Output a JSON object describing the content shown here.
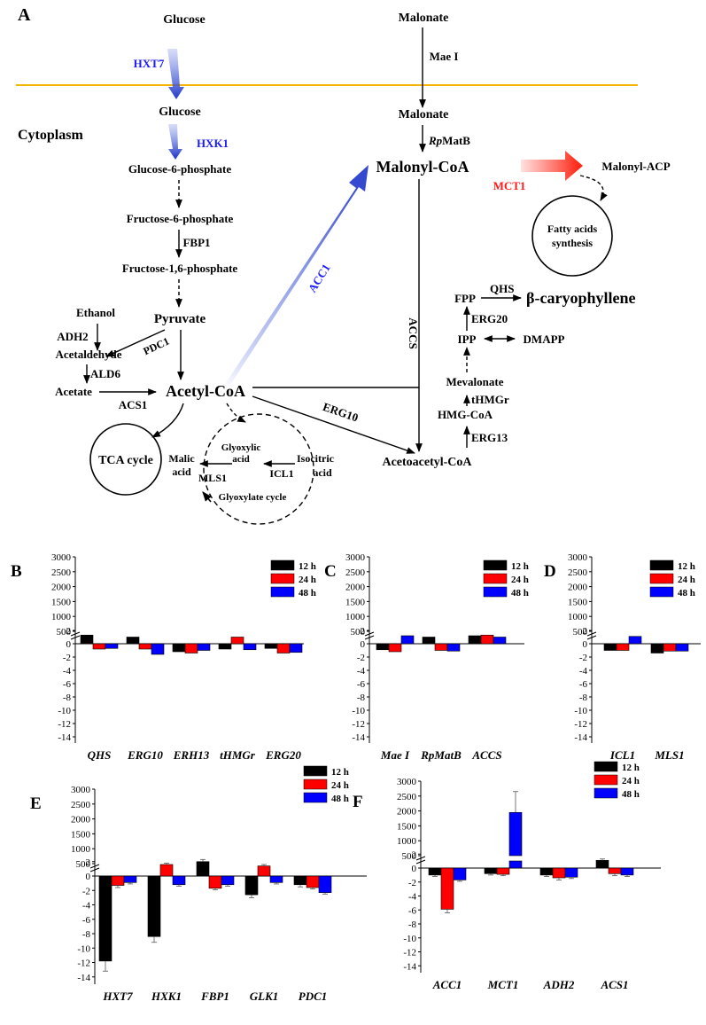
{
  "panel_a": {
    "letter": "A",
    "compartment": "Cytoplasm",
    "nodes": {
      "glucose_out": "Glucose",
      "glucose_in": "Glucose",
      "g6p": "Glucose-6-phosphate",
      "f6p": "Fructose-6-phosphate",
      "f16p": "Fructose-1,6-phosphate",
      "pyruvate": "Pyruvate",
      "ethanol": "Ethanol",
      "acetaldehyde": "Acetaldehyde",
      "acetate": "Acetate",
      "acetyl_coa": "Acetyl-CoA",
      "tca": "TCA cycle",
      "malic_1": "Malic",
      "malic_2": "acid",
      "glyoxylic_1": "Glyoxylic",
      "glyoxylic_2": "acid",
      "isocitric_1": "Isocitric",
      "isocitric_2": "acid",
      "glyoxylate_cycle": "Glyoxylate cycle",
      "malonate_out": "Malonate",
      "malonate_in": "Malonate",
      "malonyl_coa": "Malonyl-CoA",
      "malonyl_acp": "Malonyl-ACP",
      "fatty_1": "Fatty acids",
      "fatty_2": "synthesis",
      "fpp": "FPP",
      "caryophyllene": "β-caryophyllene",
      "ipp": "IPP",
      "dmapp": "DMAPP",
      "mevalonate": "Mevalonate",
      "hmg_coa": "HMG-CoA",
      "acetoacetyl_coa": "Acetoacetyl-CoA"
    },
    "enzymes": {
      "hxt7": "HXT7",
      "hxk1": "HXK1",
      "fbp1": "FBP1",
      "pdc1": "PDC1",
      "adh2": "ADH2",
      "ald6": "ALD6",
      "acs1": "ACS1",
      "acc1": "ACC1",
      "mae1": "Mae I",
      "rpmatb_it": "Rp",
      "rpmatb": "MatB",
      "mct1": "MCT1",
      "accs": "ACCS",
      "erg10": "ERG10",
      "qhs": "QHS",
      "erg20": "ERG20",
      "thmgr": "tHMGr",
      "erg13": "ERG13",
      "mls1": "MLS1",
      "icl1": "ICL1"
    },
    "colors": {
      "membrane": "#f5b400",
      "blue": "#1a1aff",
      "red": "#ff1a1a"
    }
  },
  "legend": {
    "s1": "12 h",
    "s2": "24 h",
    "s3": "48 h"
  },
  "series_colors": [
    "#000000",
    "#ff0000",
    "#0000ff"
  ],
  "chart_data": [
    {
      "panel": "B",
      "type": "bar",
      "categories": [
        "QHS",
        "ERG10",
        "ERH13",
        "tHMGr",
        "ERG20"
      ],
      "series": [
        {
          "name": "12 h",
          "values": [
            1.3,
            1.0,
            -1.2,
            -0.8,
            -0.7
          ]
        },
        {
          "name": "24 h",
          "values": [
            -0.8,
            -0.8,
            -1.4,
            1.0,
            -1.4
          ]
        },
        {
          "name": "48 h",
          "values": [
            -0.7,
            -1.6,
            -1.0,
            -0.9,
            -1.3
          ]
        }
      ],
      "y_ticks_lower": [
        "2",
        "0",
        "-2",
        "-4",
        "-6",
        "-8",
        "-10",
        "-12",
        "-14"
      ],
      "y_ticks_upper": [
        "500",
        "1000",
        "1500",
        "2000",
        "2500",
        "3000"
      ],
      "ylim_lower": [
        -14,
        2
      ],
      "ylim_upper": [
        500,
        3000
      ],
      "legend_position": "top-right"
    },
    {
      "panel": "C",
      "type": "bar",
      "categories": [
        "Mae I",
        "RpMatB",
        "ACCS"
      ],
      "series": [
        {
          "name": "12 h",
          "values": [
            -0.9,
            1.0,
            1.2
          ]
        },
        {
          "name": "24 h",
          "values": [
            -1.2,
            -1.0,
            1.3
          ]
        },
        {
          "name": "48 h",
          "values": [
            1.2,
            -1.1,
            1.0
          ]
        }
      ],
      "y_ticks_lower": [
        "2",
        "0",
        "-2",
        "-4",
        "-6",
        "-8",
        "-10",
        "-12",
        "-14"
      ],
      "y_ticks_upper": [
        "500",
        "1000",
        "1500",
        "2000",
        "2500",
        "3000"
      ],
      "ylim_lower": [
        -14,
        2
      ],
      "ylim_upper": [
        500,
        3000
      ],
      "legend_position": "top-right"
    },
    {
      "panel": "D",
      "type": "bar",
      "categories": [
        "ICL1",
        "MLS1"
      ],
      "series": [
        {
          "name": "12 h",
          "values": [
            -1.0,
            -1.4
          ]
        },
        {
          "name": "24 h",
          "values": [
            -1.0,
            -1.1
          ]
        },
        {
          "name": "48 h",
          "values": [
            1.1,
            -1.1
          ]
        }
      ],
      "y_ticks_lower": [
        "2",
        "0",
        "-2",
        "-4",
        "-6",
        "-8",
        "-10",
        "-12",
        "-14"
      ],
      "y_ticks_upper": [
        "500",
        "1000",
        "1500",
        "2000",
        "2500",
        "3000"
      ],
      "ylim_lower": [
        -14,
        2
      ],
      "ylim_upper": [
        500,
        3000
      ],
      "legend_position": "top-right"
    },
    {
      "panel": "E",
      "type": "bar",
      "categories": [
        "HXT7",
        "HXK1",
        "FBP1",
        "GLK1",
        "PDC1"
      ],
      "series": [
        {
          "name": "12 h",
          "values": [
            -11.8,
            -8.4,
            2.0,
            -2.6,
            -1.2
          ]
        },
        {
          "name": "24 h",
          "values": [
            -1.3,
            1.6,
            -1.7,
            1.4,
            -1.6
          ]
        },
        {
          "name": "48 h",
          "values": [
            -0.9,
            -1.2,
            -1.2,
            -0.9,
            -2.3
          ]
        }
      ],
      "error_bars": [
        [
          1.4,
          0.8,
          0.3,
          0.4,
          0.3
        ],
        [
          0.3,
          0.2,
          0.2,
          0.2,
          0.2
        ],
        [
          0.2,
          0.2,
          0.2,
          0.2,
          0.2
        ]
      ],
      "y_ticks_lower": [
        "2",
        "0",
        "-2",
        "-4",
        "-6",
        "-8",
        "-10",
        "-12",
        "-14"
      ],
      "y_ticks_upper": [
        "500",
        "1000",
        "1500",
        "2000",
        "2500",
        "3000"
      ],
      "ylim_lower": [
        -14,
        2
      ],
      "ylim_upper": [
        500,
        3000
      ],
      "legend_position": "top-right"
    },
    {
      "panel": "F",
      "type": "bar",
      "categories": [
        "ACC1",
        "MCT1",
        "ADH2",
        "ACS1"
      ],
      "series": [
        {
          "name": "12 h",
          "values": [
            -1.0,
            -0.8,
            -1.0,
            1.1
          ]
        },
        {
          "name": "24 h",
          "values": [
            -5.9,
            -0.9,
            -1.4,
            -0.8
          ]
        },
        {
          "name": "48 h",
          "values": [
            -1.7,
            1950,
            -1.3,
            -1.0
          ]
        }
      ],
      "error_bars": [
        [
          0.2,
          0.2,
          0.2,
          0.2
        ],
        [
          0.5,
          0.2,
          0.3,
          0.3
        ],
        [
          0.2,
          700,
          0.2,
          0.2
        ]
      ],
      "y_ticks_lower": [
        "2",
        "0",
        "-2",
        "-4",
        "-6",
        "-8",
        "-10",
        "-12",
        "-14"
      ],
      "y_ticks_upper": [
        "500",
        "1000",
        "1500",
        "2000",
        "2500",
        "3000"
      ],
      "ylim_lower": [
        -14,
        2
      ],
      "ylim_upper": [
        500,
        3000
      ],
      "legend_position": "top-right"
    }
  ]
}
